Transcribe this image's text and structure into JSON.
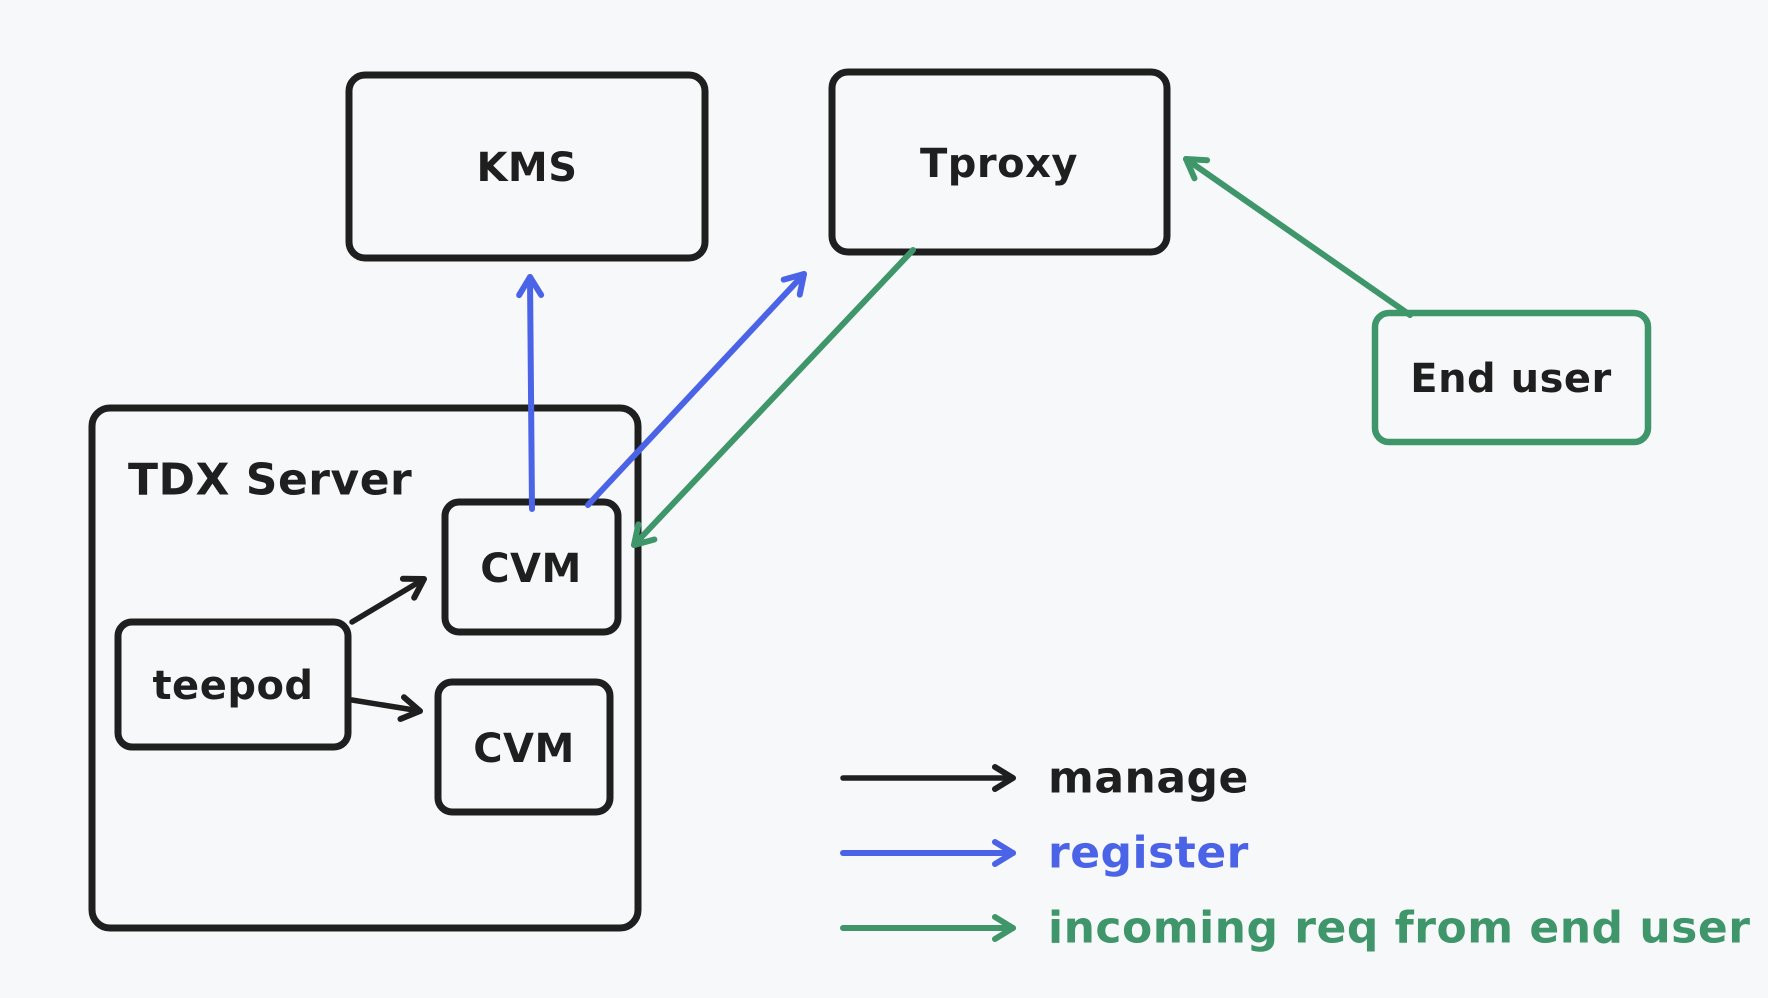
{
  "diagram": {
    "colors": {
      "background": "#f7f8fa",
      "stroke_black": "#1f1f1f",
      "arrow_blue": "#4b63e6",
      "arrow_green": "#3f966a",
      "end_user_box_green": "#3f966a"
    },
    "nodes": {
      "kms": {
        "label": "KMS"
      },
      "tproxy": {
        "label": "Tproxy"
      },
      "end_user": {
        "label": "End user"
      },
      "tdx_server": {
        "label": "TDX Server"
      },
      "teepod": {
        "label": "teepod"
      },
      "cvm_1": {
        "label": "CVM"
      },
      "cvm_2": {
        "label": "CVM"
      }
    },
    "edges": [
      {
        "from": "teepod",
        "to": "cvm_1",
        "type": "manage"
      },
      {
        "from": "teepod",
        "to": "cvm_2",
        "type": "manage"
      },
      {
        "from": "cvm_1",
        "to": "kms",
        "type": "register"
      },
      {
        "from": "cvm_1",
        "to": "tproxy",
        "type": "register"
      },
      {
        "from": "tproxy",
        "to": "cvm_1",
        "type": "incoming req from end user"
      },
      {
        "from": "end_user",
        "to": "tproxy",
        "type": "incoming req from end user"
      }
    ],
    "legend": {
      "items": [
        {
          "label": "manage",
          "color": "#1f1f1f"
        },
        {
          "label": "register",
          "color": "#4b63e6"
        },
        {
          "label": "incoming req from end user",
          "color": "#3f966a"
        }
      ]
    }
  }
}
